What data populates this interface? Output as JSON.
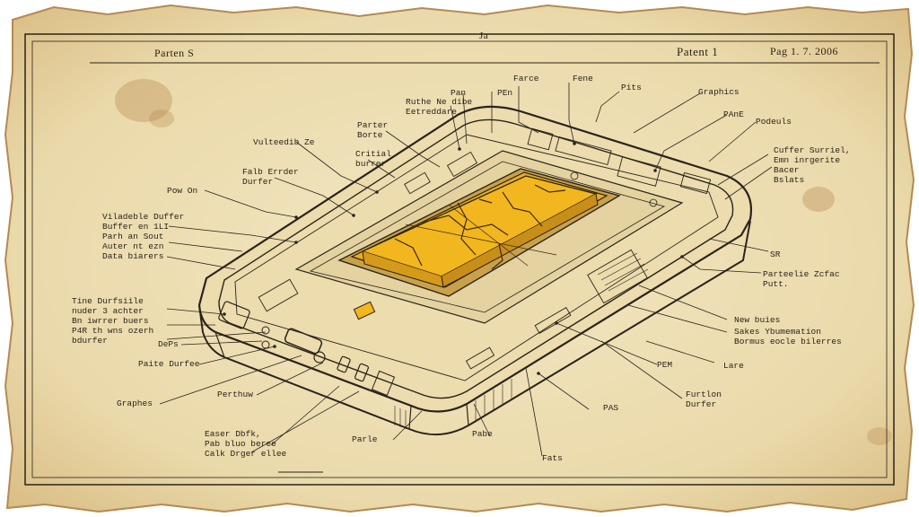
{
  "header": {
    "left_title": "Parten S",
    "center_mark": "Ja",
    "patent_label": "Patent 1",
    "page_date": "Pag 1. 7. 2006"
  },
  "colors": {
    "paper": "#eedfb5",
    "paper_edge": "#c9a56a",
    "ink": "#2a241b",
    "accent_gold": "#f2b61f",
    "stain": "#b4854a"
  },
  "labels": {
    "l_powon": "Pow On",
    "l_volatile": "Vulteedib Ze",
    "l_fullbuf": "Falb Errder\nDurfer",
    "l_viliable": "Viladeble Duffer\nBuffer en 1LI\nParh an Sout\nAuter nt ezn\nData biarers",
    "l_tinebuf": "Tine Durfsiile\nnuder 3 achter\nBn iwrrer buers\nP4R th wns ozerh\nbdurfer",
    "l_deps": "DePs",
    "l_paltebuf": "Paite Durfee",
    "l_graphes": "Graphes",
    "l_porthuw": "Perthuw",
    "l_easer": "Easer Dbfk,\nPab bluo beree\nCalk Drger ellee",
    "l_ruthe": "Ruthe Ne dibe\nEetreddare",
    "l_pan": "Pan",
    "l_pen": "PEn",
    "l_parter": "Parter\nBorte",
    "l_critical": "Critial\nburrer",
    "l_farce": "Farce",
    "l_fene": "Fene",
    "l_pits": "Pits",
    "l_graphics": "Graphics",
    "l_pane": "PAnE",
    "l_podeuls": "Podeuls",
    "l_cuffer": "Cuffer Surriel,\nEmn inrgerite\nBacer\nBslats",
    "l_sr": "SR",
    "l_portable": "Parteelie Zcfac\nPutt.",
    "l_newbules": "New buies",
    "l_sakes": "Sakes Ybumemation\nBormus eocle bilerres",
    "l_pem": "PEM",
    "l_lare": "Lare",
    "l_furtlon": "Furtlon\nDurfer",
    "l_pas": "PAS",
    "l_pabe": "Pabe",
    "l_parle": "Parle",
    "l_fats": "Fats"
  }
}
